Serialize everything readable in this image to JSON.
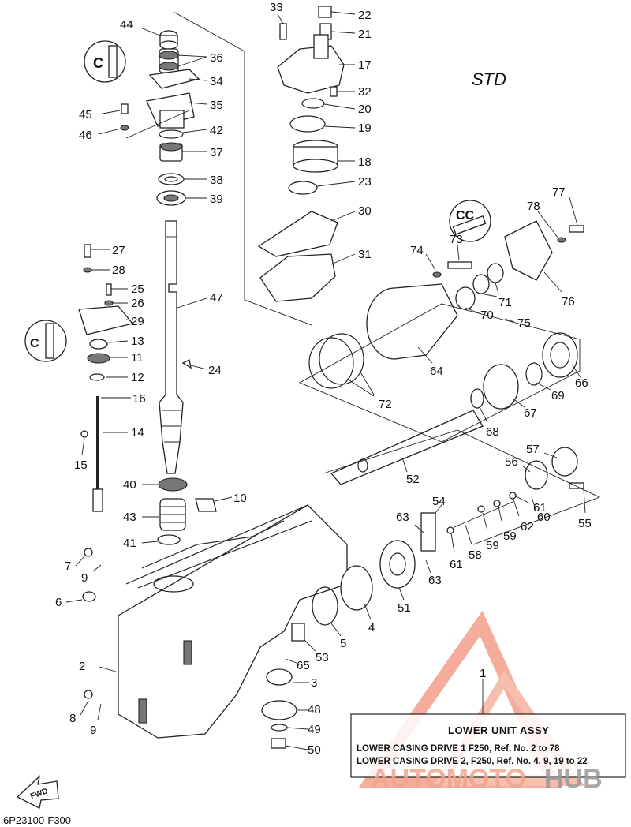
{
  "header": {
    "variant": "STD"
  },
  "footer": {
    "code": "6P23100-F300"
  },
  "fwd_arrow": {
    "label": "FWD"
  },
  "info_box": {
    "title": "LOWER UNIT ASSY",
    "line1": "LOWER CASING DRIVE 1 F250,  Ref. No. 2 to 78",
    "line2": "LOWER CASING DRIVE 2, F250, Ref. No. 4, 9, 19 to 22"
  },
  "watermark": {
    "part1": "AUTOMOTO",
    "part2": "HUB"
  },
  "callouts": [
    {
      "n": "1"
    },
    {
      "n": "2"
    },
    {
      "n": "3"
    },
    {
      "n": "4"
    },
    {
      "n": "5"
    },
    {
      "n": "6"
    },
    {
      "n": "7"
    },
    {
      "n": "8"
    },
    {
      "n": "9"
    },
    {
      "n": "9"
    },
    {
      "n": "10"
    },
    {
      "n": "11"
    },
    {
      "n": "12"
    },
    {
      "n": "13"
    },
    {
      "n": "14"
    },
    {
      "n": "15"
    },
    {
      "n": "16"
    },
    {
      "n": "17"
    },
    {
      "n": "18"
    },
    {
      "n": "19"
    },
    {
      "n": "20"
    },
    {
      "n": "21"
    },
    {
      "n": "22"
    },
    {
      "n": "23"
    },
    {
      "n": "24"
    },
    {
      "n": "25"
    },
    {
      "n": "26"
    },
    {
      "n": "27"
    },
    {
      "n": "28"
    },
    {
      "n": "29"
    },
    {
      "n": "30"
    },
    {
      "n": "31"
    },
    {
      "n": "32"
    },
    {
      "n": "33"
    },
    {
      "n": "34"
    },
    {
      "n": "35"
    },
    {
      "n": "36"
    },
    {
      "n": "37"
    },
    {
      "n": "38"
    },
    {
      "n": "39"
    },
    {
      "n": "40"
    },
    {
      "n": "41"
    },
    {
      "n": "42"
    },
    {
      "n": "43"
    },
    {
      "n": "44"
    },
    {
      "n": "45"
    },
    {
      "n": "46"
    },
    {
      "n": "47"
    },
    {
      "n": "48"
    },
    {
      "n": "49"
    },
    {
      "n": "50"
    },
    {
      "n": "51"
    },
    {
      "n": "52"
    },
    {
      "n": "53"
    },
    {
      "n": "54"
    },
    {
      "n": "55"
    },
    {
      "n": "56"
    },
    {
      "n": "57"
    },
    {
      "n": "58"
    },
    {
      "n": "59"
    },
    {
      "n": "59"
    },
    {
      "n": "60"
    },
    {
      "n": "61"
    },
    {
      "n": "61"
    },
    {
      "n": "62"
    },
    {
      "n": "63"
    },
    {
      "n": "63"
    },
    {
      "n": "64"
    },
    {
      "n": "65"
    },
    {
      "n": "66"
    },
    {
      "n": "67"
    },
    {
      "n": "68"
    },
    {
      "n": "69"
    },
    {
      "n": "70"
    },
    {
      "n": "71"
    },
    {
      "n": "72"
    },
    {
      "n": "73"
    },
    {
      "n": "74"
    },
    {
      "n": "75"
    },
    {
      "n": "76"
    },
    {
      "n": "77"
    },
    {
      "n": "78"
    }
  ]
}
